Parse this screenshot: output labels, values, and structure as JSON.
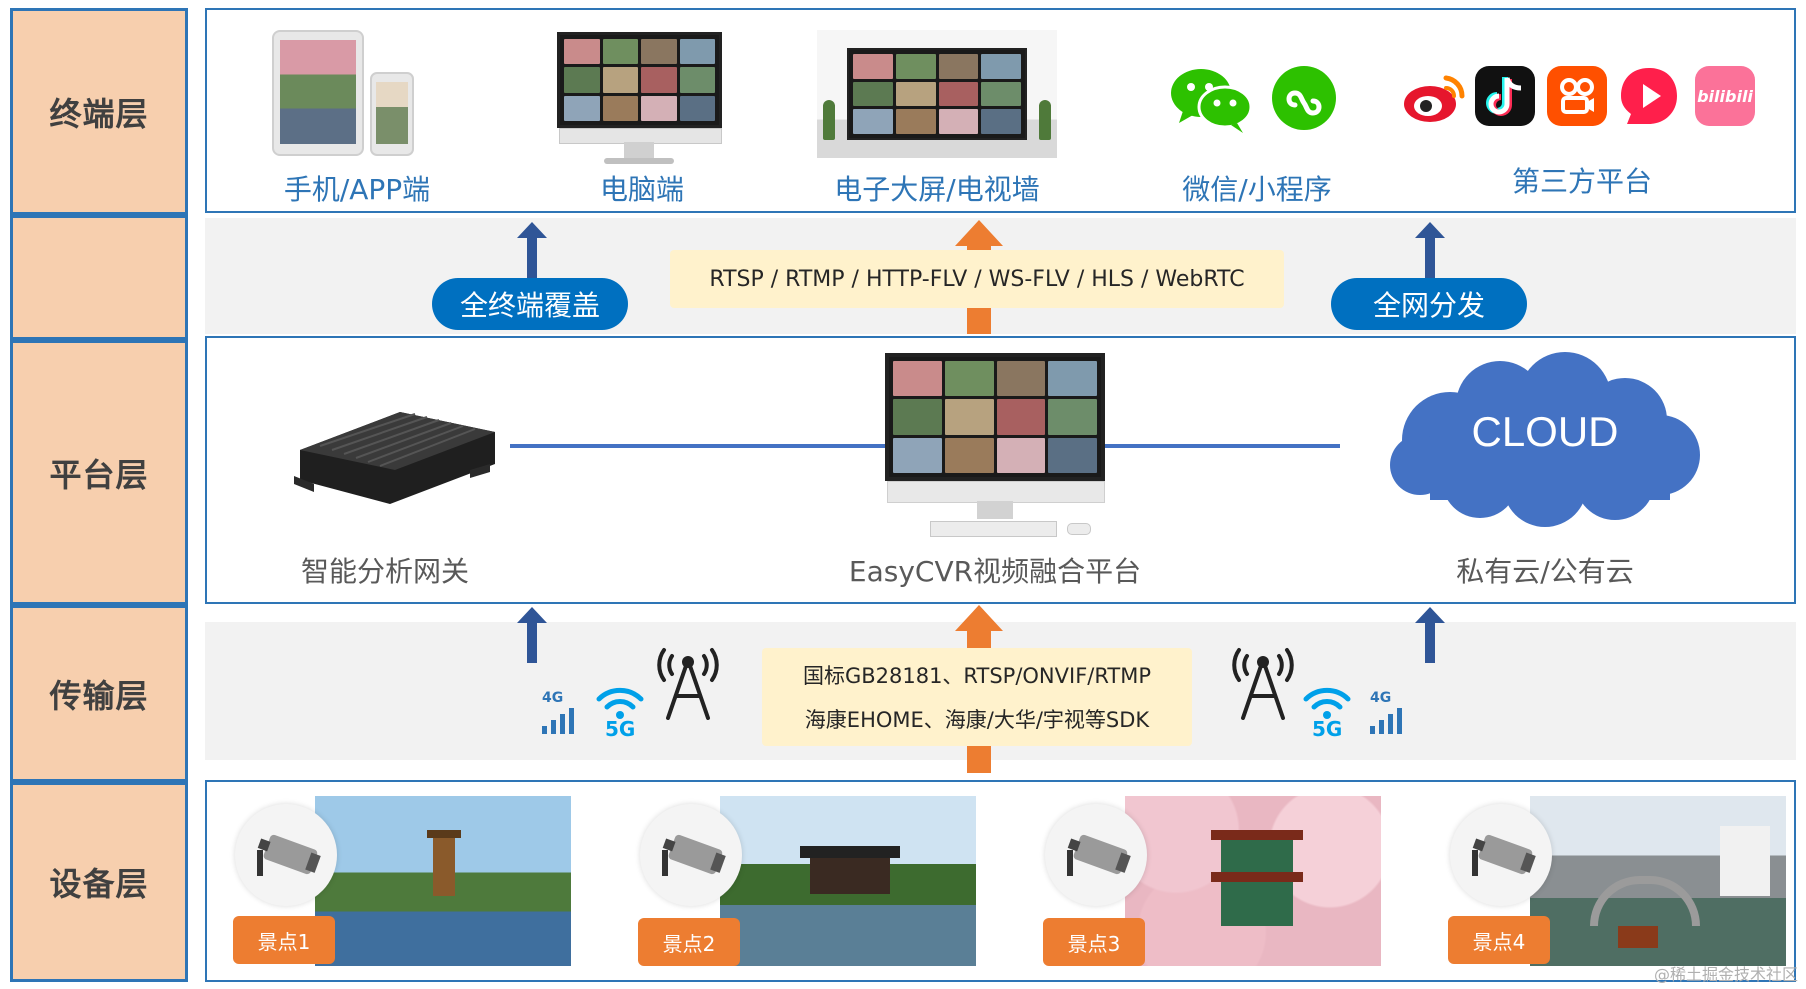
{
  "layers": [
    "终端层",
    "平台层",
    "传输层",
    "设备层"
  ],
  "terminal": {
    "items": [
      "手机/APP端",
      "电脑端",
      "电子大屏/电视墙",
      "微信/小程序",
      "第三方平台"
    ]
  },
  "distribution": {
    "left_pill": "全终端覆盖",
    "right_pill": "全网分发",
    "protocols": "RTSP / RTMP / HTTP-FLV / WS-FLV / HLS / WebRTC"
  },
  "platform": {
    "gateway_label": "智能分析网关",
    "center_label": "EasyCVR视频融合平台",
    "cloud_text": "CLOUD",
    "cloud_label": "私有云/公有云"
  },
  "transport": {
    "protocol_line1": "国标GB28181、RTSP/ONVIF/RTMP",
    "protocol_line2": "海康EHOME、海康/大华/宇视等SDK",
    "badge_4g": "4G",
    "badge_5g": "5G"
  },
  "devices": {
    "spots": [
      "景点1",
      "景点2",
      "景点3",
      "景点4"
    ]
  },
  "watermark": "@稀土掘金技术社区",
  "colors": {
    "border_blue": "#2e75b6",
    "layer_bg": "#f7cfae",
    "arrow_blue": "#2f5597",
    "arrow_orange": "#ed7d31",
    "pill_blue": "#0070c0",
    "proto_bg": "#fff2cc"
  }
}
